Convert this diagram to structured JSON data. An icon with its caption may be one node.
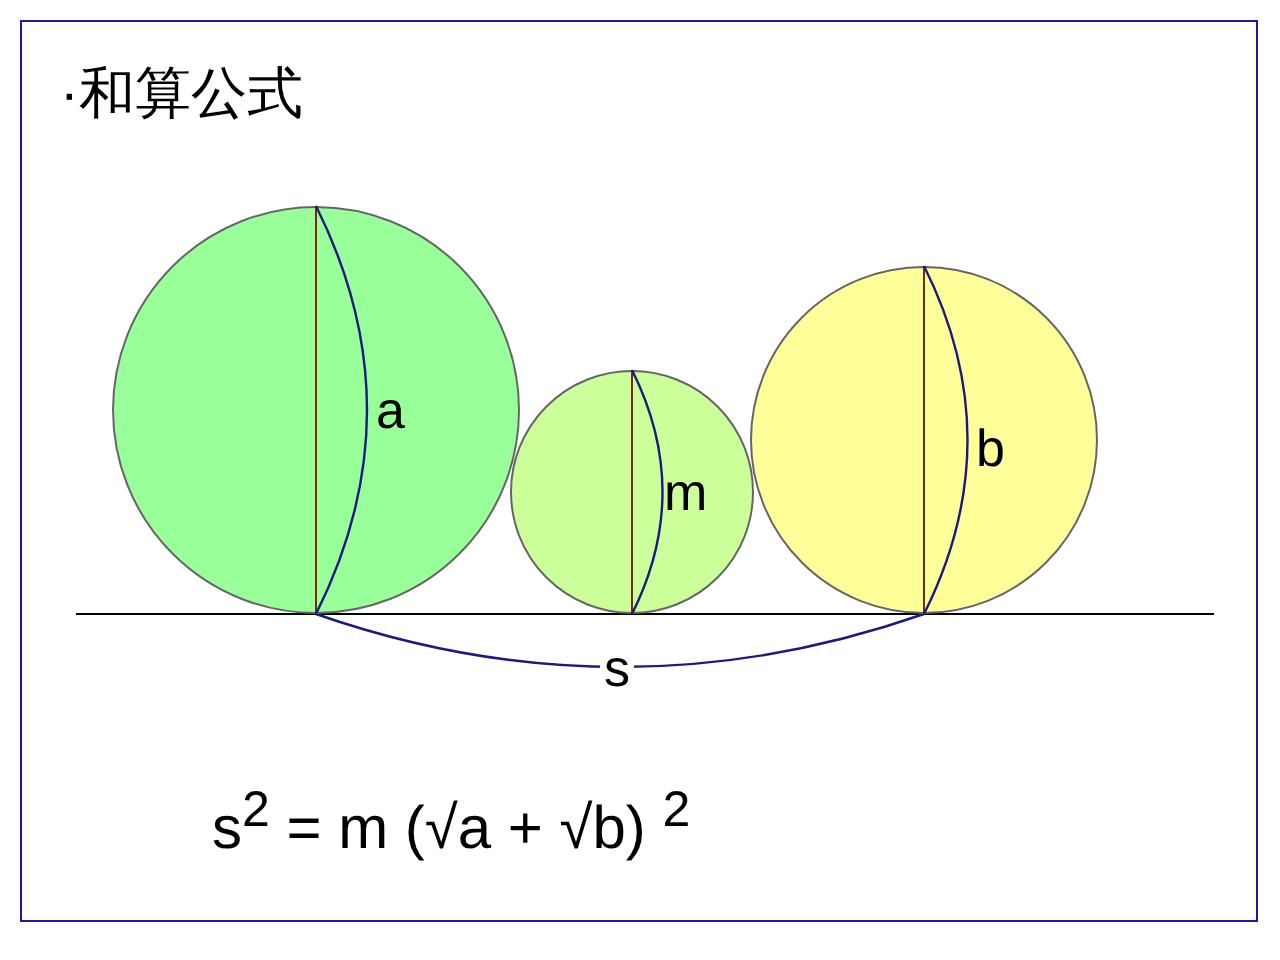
{
  "diagram": {
    "title": "·和算公式",
    "nodes": [
      {
        "text": [
          "a"
        ]
      },
      {
        "text": [
          "m"
        ]
      },
      {
        "text": [
          "b"
        ]
      }
    ],
    "labels": [
      "s",
      "s$^{2}$ = m (√a + √b) $^{2}$"
    ]
  }
}
